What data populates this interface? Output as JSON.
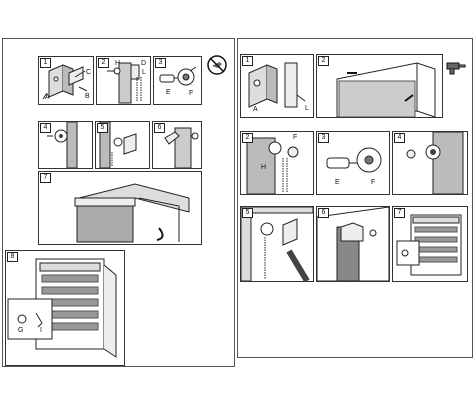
{
  "left_sheet": {
    "steps": [
      {
        "num": "1",
        "labels": [
          "A",
          "B",
          "C"
        ]
      },
      {
        "num": "2",
        "labels": [
          "H",
          "D",
          "L"
        ]
      },
      {
        "num": "3",
        "labels": [
          "E",
          "F"
        ]
      },
      {
        "num": "4",
        "labels": []
      },
      {
        "num": "5",
        "labels": []
      },
      {
        "num": "6",
        "labels": []
      },
      {
        "num": "7",
        "labels": []
      },
      {
        "num": "8",
        "labels": [
          "G",
          "I"
        ]
      }
    ]
  },
  "right_sheet": {
    "steps": [
      {
        "num": "1",
        "labels": [
          "A",
          "L"
        ]
      },
      {
        "num": "2",
        "labels": []
      },
      {
        "num": "2",
        "labels": [
          "F",
          "H"
        ]
      },
      {
        "num": "3",
        "labels": [
          "E",
          "F"
        ]
      },
      {
        "num": "4",
        "labels": []
      },
      {
        "num": "5",
        "labels": []
      },
      {
        "num": "6",
        "labels": []
      },
      {
        "num": "7",
        "labels": []
      }
    ]
  },
  "icons": [
    "no-drill-icon",
    "drill-icon"
  ]
}
